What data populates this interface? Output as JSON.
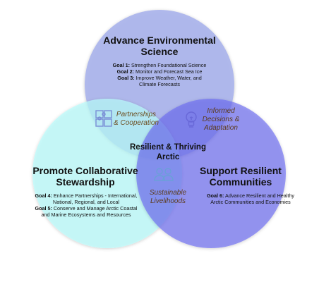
{
  "diagram": {
    "circles": {
      "top": {
        "title_lines": [
          "Advance Environmental",
          "Science"
        ],
        "fill": "#a9b3ec",
        "goals": [
          {
            "label": "Goal 1:",
            "text": "Strengthen Foundational Science"
          },
          {
            "label": "Goal 2:",
            "text": "Monitor and Forecast Sea Ice"
          },
          {
            "label": "Goal 3:",
            "text": "Improve Weather, Water, and Climate Forecasts"
          }
        ]
      },
      "left": {
        "title_lines": [
          "Promote Collaborative",
          "Stewardship"
        ],
        "fill": "#cdfbfb",
        "goals": [
          {
            "label": "Goal 4:",
            "text": "Enhance Partnerships - International, National, Regional, and Local"
          },
          {
            "label": "Goal 5:",
            "text": "Conserve and Manage Arctic Coastal and Marine Ecosystems and Resources"
          }
        ]
      },
      "right": {
        "title_lines": [
          "Support Resilient",
          "Communities"
        ],
        "fill": "#7f7ff0",
        "goals": [
          {
            "label": "Goal 6:",
            "text": "Advance Resilient and Healthy Arctic Communities and Economies"
          }
        ]
      }
    },
    "overlaps": {
      "top_left": {
        "label_lines": [
          "Partnerships",
          "& Cooperation"
        ],
        "icon": "puzzle-icon",
        "color": "#7a5a2e"
      },
      "top_right": {
        "label_lines": [
          "Informed",
          "Decisions &",
          "Adaptation"
        ],
        "icon": "lightbulb-icon",
        "color": "#6a4a2a"
      },
      "left_right": {
        "label_lines": [
          "Sustainable",
          "Livelihoods"
        ],
        "icon": "people-icon",
        "color": "#6a4a2a"
      }
    },
    "center": {
      "title_lines": [
        "Resilient & Thriving",
        "Arctic"
      ]
    }
  }
}
